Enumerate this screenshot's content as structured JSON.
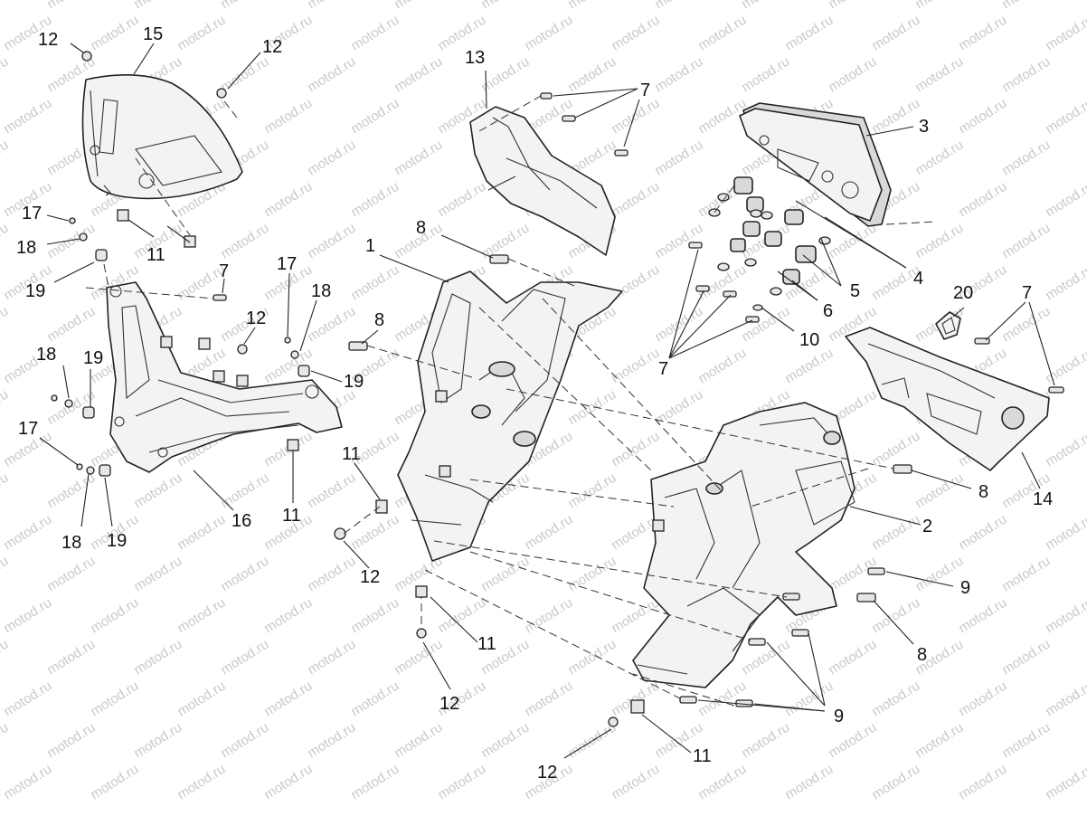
{
  "watermark": "motod.ru",
  "callouts": {
    "c1": "1",
    "c2": "2",
    "c3": "3",
    "c4": "4",
    "c5": "5",
    "c6": "6",
    "c7": "7",
    "c8": "8",
    "c9": "9",
    "c10": "10",
    "c11": "11",
    "c12": "12",
    "c13": "13",
    "c14": "14",
    "c15": "15",
    "c16": "16",
    "c17": "17",
    "c18": "18",
    "c19": "19",
    "c20": "20"
  }
}
